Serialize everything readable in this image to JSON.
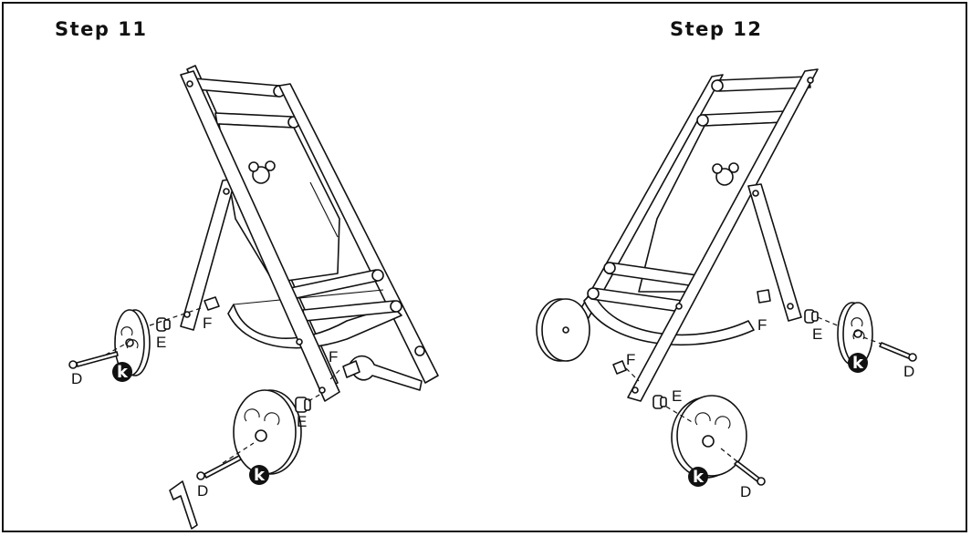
{
  "steps": [
    {
      "title": "Step 11",
      "labels": {
        "bolt": "D",
        "spacer": "E",
        "nut_left": "F",
        "nut_right": "F",
        "wheel": "k",
        "bolt2": "D",
        "spacer2": "E",
        "wheel2": "k"
      }
    },
    {
      "title": "Step 12",
      "labels": {
        "nut_left": "F",
        "nut_right": "F",
        "spacer_right": "E",
        "spacer_left": "E",
        "wheel_right": "k",
        "bolt_right": "D",
        "wheel_front": "k",
        "bolt_front": "D"
      }
    }
  ],
  "colors": {
    "line": "#111111",
    "background": "#ffffff"
  },
  "icons": [
    "allen-key-icon",
    "wrench-icon"
  ]
}
